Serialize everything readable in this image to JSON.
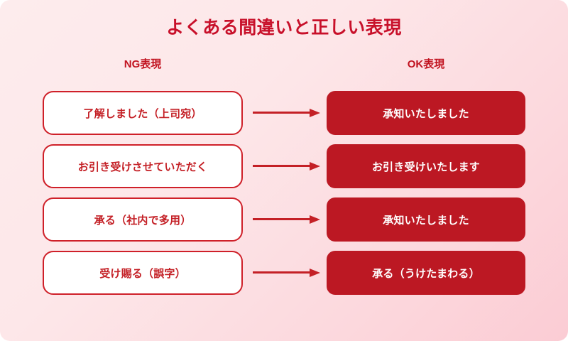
{
  "title": "よくある間違いと正しい表現",
  "columns": {
    "ng_header": "NG表現",
    "ok_header": "OK表現"
  },
  "colors": {
    "title": "#c8102a",
    "header": "#c1121f",
    "ng_border": "#cf2029",
    "ng_text": "#c42026",
    "ok_fill": "#bc1823",
    "ok_text": "#ffffff",
    "arrow": "#c42026",
    "bg_start": "#fdeced",
    "bg_end": "#fbccd4"
  },
  "rows": [
    {
      "ng": "了解しました（上司宛）",
      "arrow": "arrow-right-icon",
      "ok": "承知いたしました"
    },
    {
      "ng": "お引き受けさせていただく",
      "arrow": "arrow-right-icon",
      "ok": "お引き受けいたします"
    },
    {
      "ng": "承る（社内で多用）",
      "arrow": "arrow-right-icon",
      "ok": "承知いたしました"
    },
    {
      "ng": "受け賜る（誤字）",
      "arrow": "arrow-right-icon",
      "ok": "承る（うけたまわる）"
    }
  ]
}
